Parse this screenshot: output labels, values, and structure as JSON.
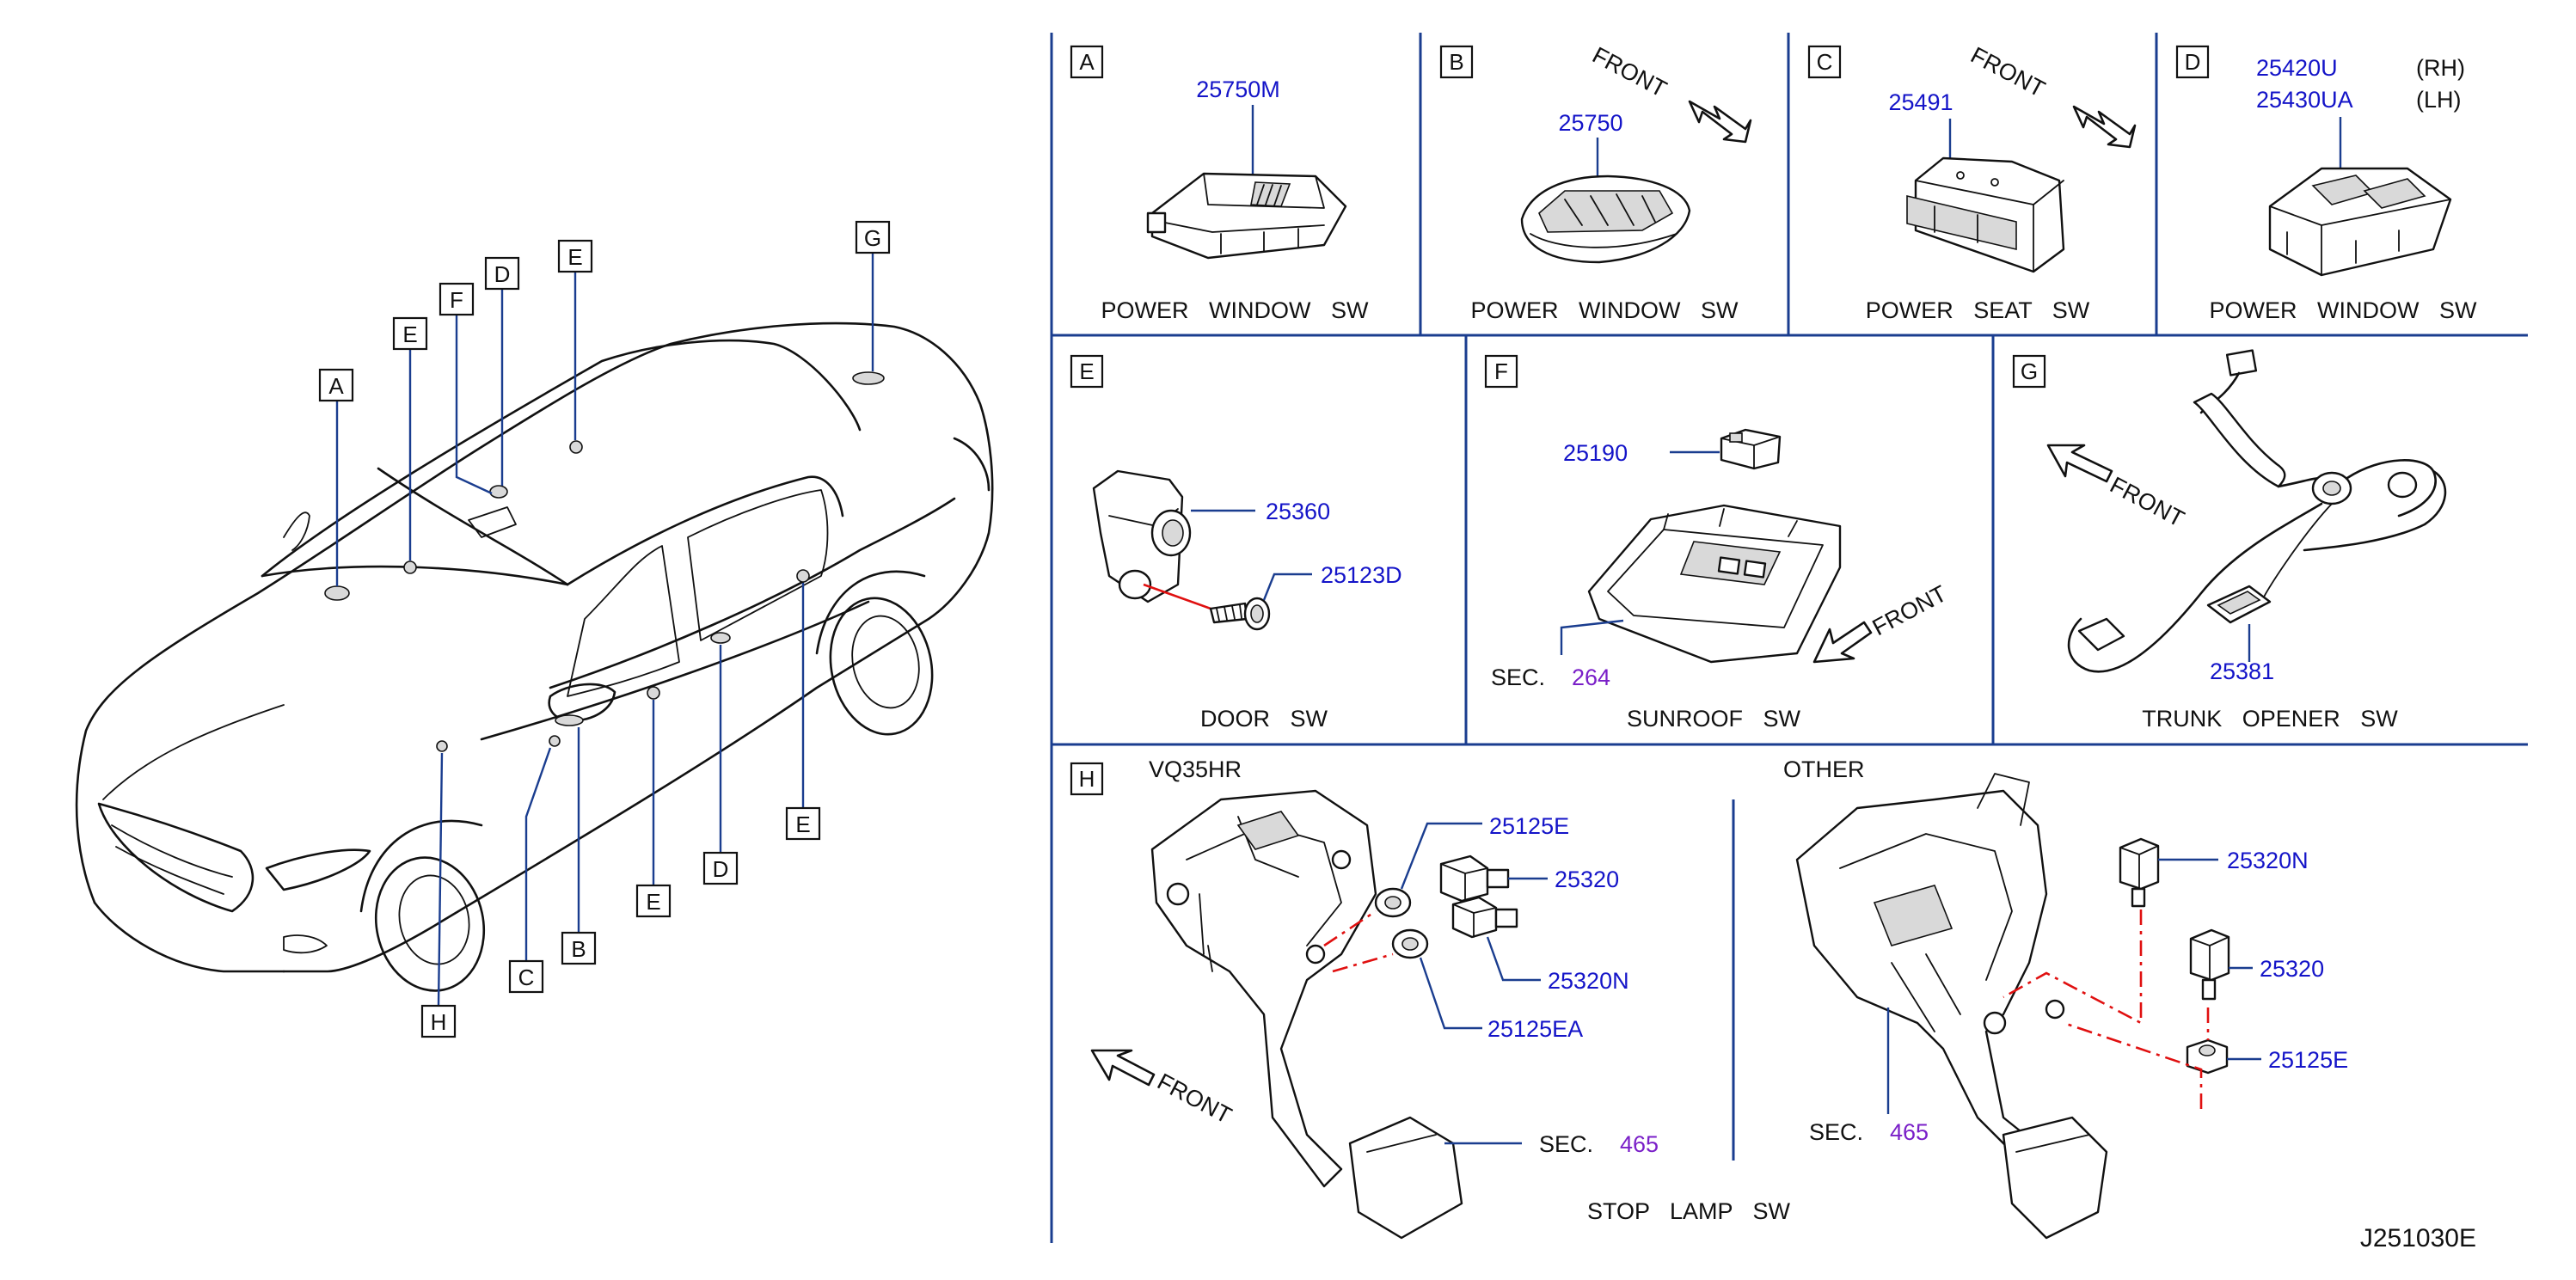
{
  "diagram_id": "J251030E",
  "car_callouts": [
    "A",
    "B",
    "C",
    "D",
    "E",
    "F",
    "G",
    "H"
  ],
  "panels": [
    {
      "key": "A",
      "letter": "A",
      "caption": "POWER WINDOW SW",
      "parts": [
        "25750M"
      ]
    },
    {
      "key": "B",
      "letter": "B",
      "caption": "POWER WINDOW SW",
      "parts": [
        "25750"
      ],
      "front_label": "FRONT"
    },
    {
      "key": "C",
      "letter": "C",
      "caption": "POWER SEAT SW",
      "parts": [
        "25491"
      ],
      "front_label": "FRONT"
    },
    {
      "key": "D",
      "letter": "D",
      "caption": "POWER WINDOW SW",
      "parts": [
        "25420U",
        "25430UA"
      ],
      "side_notes": [
        "(RH)",
        "(LH)"
      ]
    },
    {
      "key": "E",
      "letter": "E",
      "caption": "DOOR SW",
      "parts": [
        "25360",
        "25123D"
      ]
    },
    {
      "key": "F",
      "letter": "F",
      "caption": "SUNROOF SW",
      "parts": [
        "25190"
      ],
      "sec_label": "SEC.",
      "sec_number": "264",
      "front_label": "FRONT"
    },
    {
      "key": "G",
      "letter": "G",
      "caption": "TRUNK OPENER SW",
      "parts": [
        "25381"
      ],
      "front_label": "FRONT"
    },
    {
      "key": "H",
      "letter": "H",
      "caption": "STOP LAMP SW",
      "left_variant": "VQ35HR",
      "right_variant": "OTHER",
      "left_parts": [
        "25125E",
        "25320",
        "25320N",
        "25125EA"
      ],
      "right_parts": [
        "25320N",
        "25320",
        "25125E"
      ],
      "sec_label": "SEC.",
      "sec_number": "465",
      "front_label": "FRONT"
    }
  ],
  "colors": {
    "part_number": "#1414c8",
    "section_ref": "#7a1fc8",
    "frame": "#1a3d8f",
    "dashed_link": "#e01010"
  }
}
